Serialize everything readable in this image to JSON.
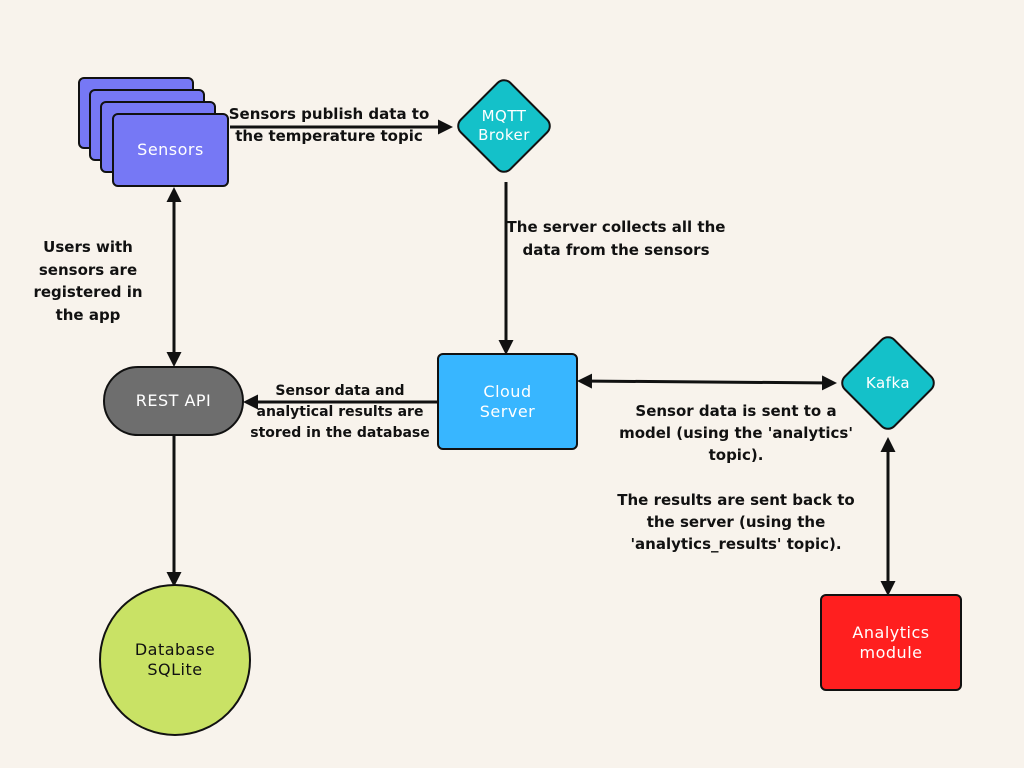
{
  "nodes": {
    "sensors": "Sensors",
    "mqtt": "MQTT\nBroker",
    "cloud": "Cloud\nServer",
    "kafka": "Kafka",
    "rest": "REST API",
    "database": "Database\nSQLite",
    "analytics": "Analytics\nmodule"
  },
  "edges": {
    "sensors_to_mqtt": "Sensors publish data to\nthe temperature topic",
    "mqtt_to_cloud": "The server collects all the\ndata from the sensors",
    "sensors_rest": "Users with\nsensors are\nregistered in\nthe app",
    "cloud_to_rest": "Sensor data and\nanalytical results are\nstored in the database",
    "cloud_kafka": "Sensor data is sent to a\nmodel (using the 'analytics'\ntopic).\n\nThe results are sent back to\nthe server (using the\n'analytics_results' topic)."
  },
  "colors": {
    "background": "#f8f3ec",
    "sensors": "#7678f5",
    "broker": "#14c1c9",
    "cloud": "#38b6ff",
    "rest": "#6e6e6e",
    "database": "#c9e265",
    "analytics": "#ff1f1f"
  }
}
